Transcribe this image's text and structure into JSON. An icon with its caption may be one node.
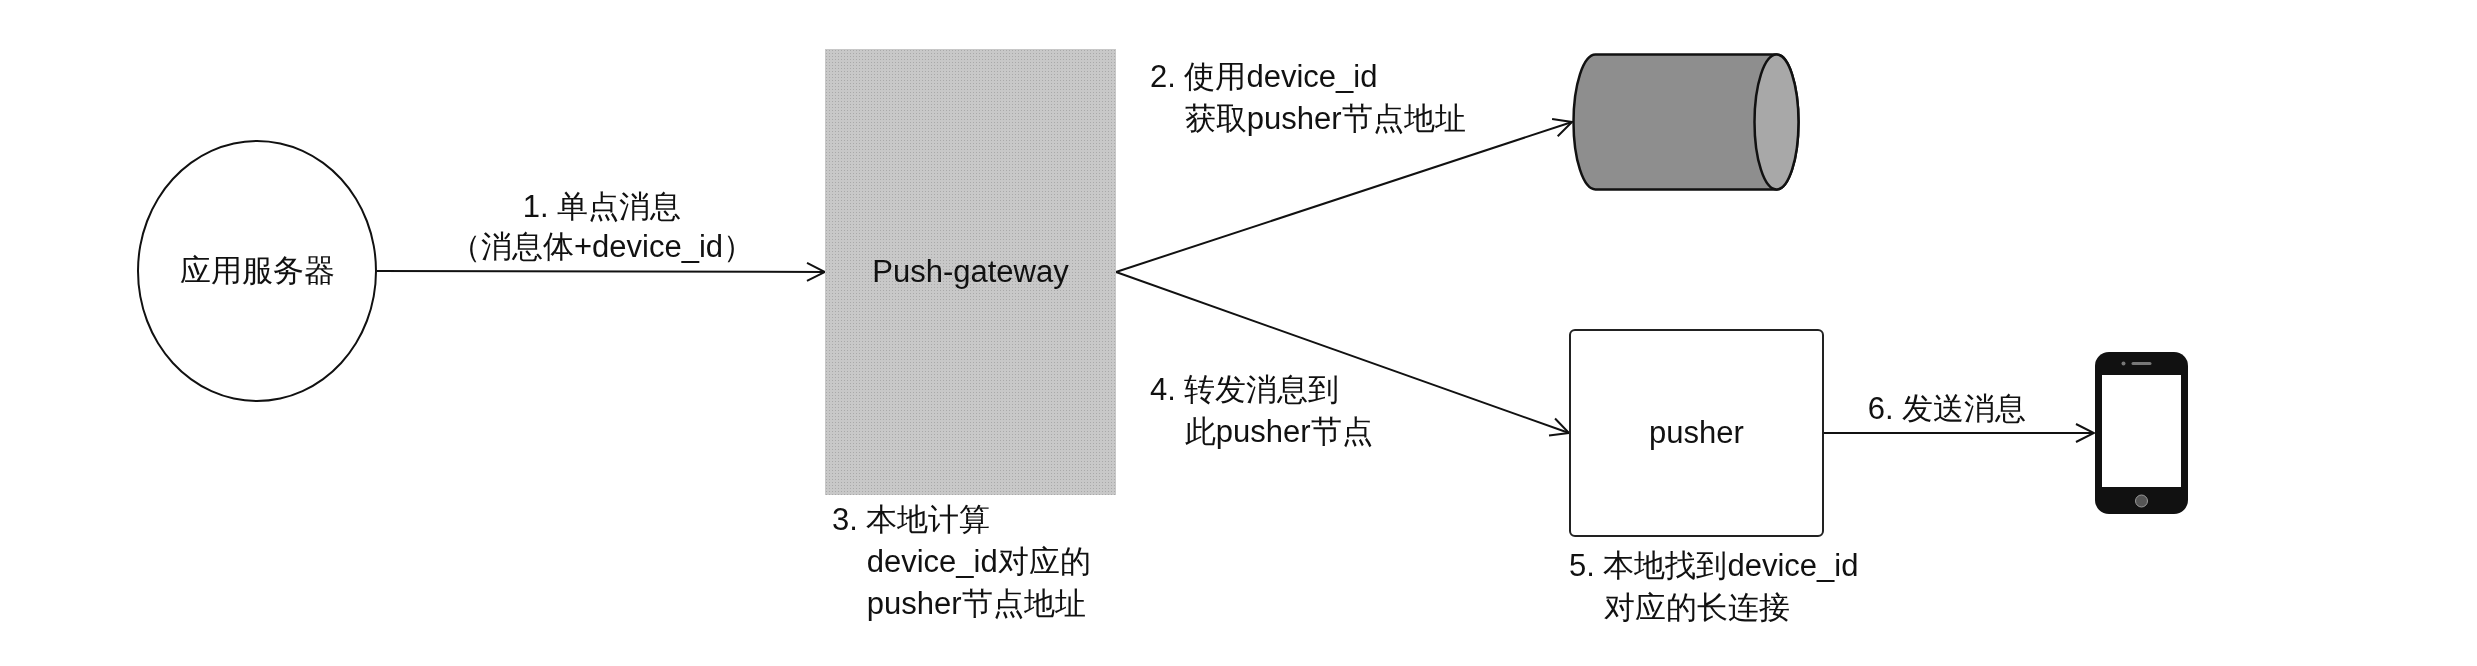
{
  "diagram": {
    "nodes": [
      {
        "text": [
          "应用服务器"
        ]
      },
      {
        "text": [
          "Push-gateway"
        ],
        "beside": [
          "3. 本地计算device_id对应的pusher节点地址"
        ]
      },
      {
        "text": [],
        "shape": "cylinder"
      },
      {
        "text": [
          "pusher"
        ],
        "beside": [
          "5. 本地找到device_id对应的长连接"
        ]
      },
      {
        "text": [],
        "shape": "picture"
      }
    ],
    "edges": [
      {
        "from": 0,
        "to": 1,
        "arrow": "to",
        "label": "1. 单点消息（消息体+device_id）"
      },
      {
        "from": 1,
        "to": 2,
        "arrow": "to",
        "label": "2. 使用device_id获取pusher节点地址"
      },
      {
        "from": 1,
        "to": 3,
        "arrow": "to",
        "label": "4. 转发消息到此pusher节点"
      },
      {
        "from": 3,
        "to": 4,
        "arrow": "to",
        "label": "6. 发送消息"
      }
    ]
  }
}
